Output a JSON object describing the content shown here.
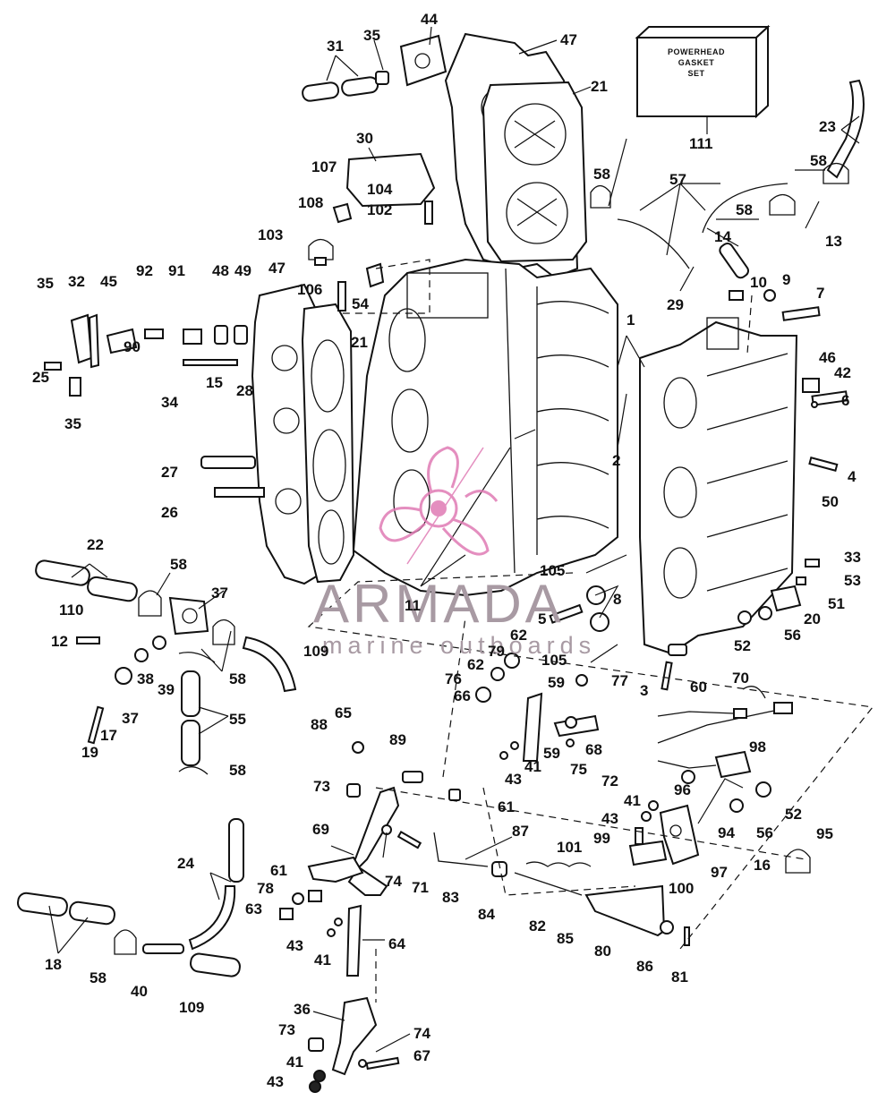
{
  "gasket_set_box": {
    "lines": [
      "POWERHEAD",
      "GASKET",
      "SET"
    ]
  },
  "watermark": {
    "brand": "ARMADA",
    "tagline": "marine outboards",
    "logo_color": "#e07bb4",
    "text_color": "#a89aa3"
  },
  "callouts": [
    "1",
    "2",
    "3",
    "4",
    "5",
    "6",
    "7",
    "8",
    "9",
    "10",
    "11",
    "12",
    "13",
    "14",
    "15",
    "16",
    "17",
    "18",
    "19",
    "20",
    "21",
    "22",
    "23",
    "24",
    "25",
    "26",
    "27",
    "28",
    "29",
    "30",
    "31",
    "32",
    "33",
    "34",
    "35",
    "36",
    "37",
    "38",
    "39",
    "40",
    "41",
    "42",
    "43",
    "44",
    "45",
    "46",
    "47",
    "48",
    "49",
    "50",
    "51",
    "52",
    "53",
    "54",
    "55",
    "56",
    "57",
    "58",
    "59",
    "60",
    "61",
    "62",
    "63",
    "64",
    "65",
    "66",
    "67",
    "68",
    "69",
    "70",
    "71",
    "72",
    "73",
    "74",
    "75",
    "76",
    "77",
    "78",
    "79",
    "80",
    "81",
    "82",
    "83",
    "84",
    "85",
    "86",
    "87",
    "88",
    "89",
    "90",
    "91",
    "92",
    "94",
    "95",
    "96",
    "97",
    "98",
    "99",
    "100",
    "101",
    "102",
    "103",
    "104",
    "105",
    "106",
    "107",
    "108",
    "109",
    "110",
    "111"
  ]
}
